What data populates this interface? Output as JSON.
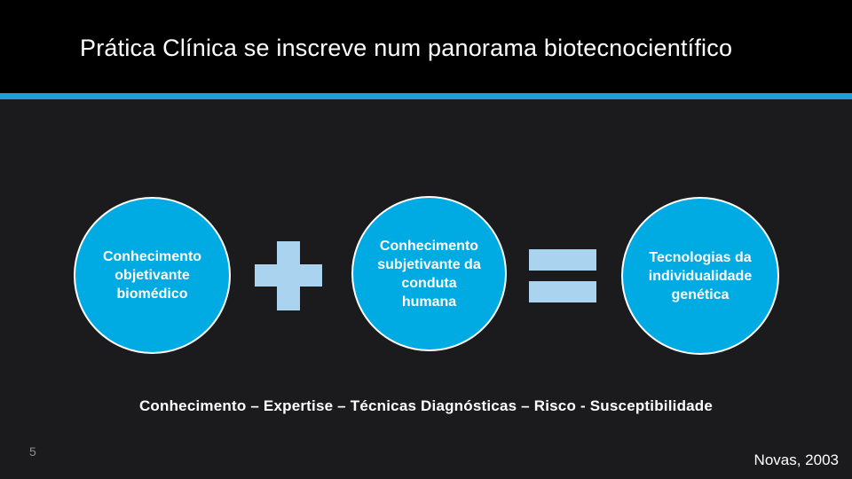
{
  "slide": {
    "title": "Prática Clínica se inscreve num panorama biotecnocientífico",
    "circles": [
      {
        "lines": [
          "Conhecimento",
          "objetivante",
          "biomédico"
        ]
      },
      {
        "lines": [
          "Conhecimento",
          "subjetivante da",
          "conduta",
          "humana"
        ]
      },
      {
        "lines": [
          "Tecnologias da",
          "individualidade",
          "genética"
        ]
      }
    ],
    "footer_heading": "Conhecimento – Expertise – Técnicas Diagnósticas – Risco - Susceptibilidade",
    "slide_number": "5",
    "citation": "Novas, 2003",
    "colors": {
      "circle_fill": "#00ABE4",
      "circle_border": "#FFFFFF",
      "divider": "#1E9FD9",
      "operator_fill": "#A9D3EF",
      "header_background": "#000000",
      "body_background": "#1B1B1D",
      "text": "#FFFFFF",
      "slide_number_text": "#8C8C8C"
    }
  }
}
